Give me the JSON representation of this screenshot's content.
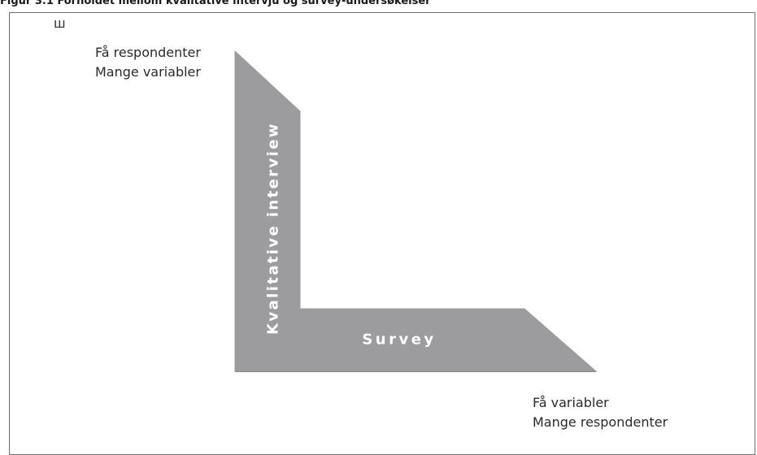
{
  "figure_heading": "Figur 3.1 Forholdet mellom kvalitative intervju og survey-undersøkelser",
  "corner_glyph": "ш",
  "top_left": {
    "line1": "Få respondenter",
    "line2": "Mange variabler"
  },
  "bottom_right": {
    "line1": "Få variabler",
    "line2": "Mange respondenter"
  },
  "shape": {
    "vertical_label": "Kvalitative interview",
    "horizontal_label": "Survey",
    "fill_color": "#9c9c9e",
    "label_color": "#ffffff"
  }
}
